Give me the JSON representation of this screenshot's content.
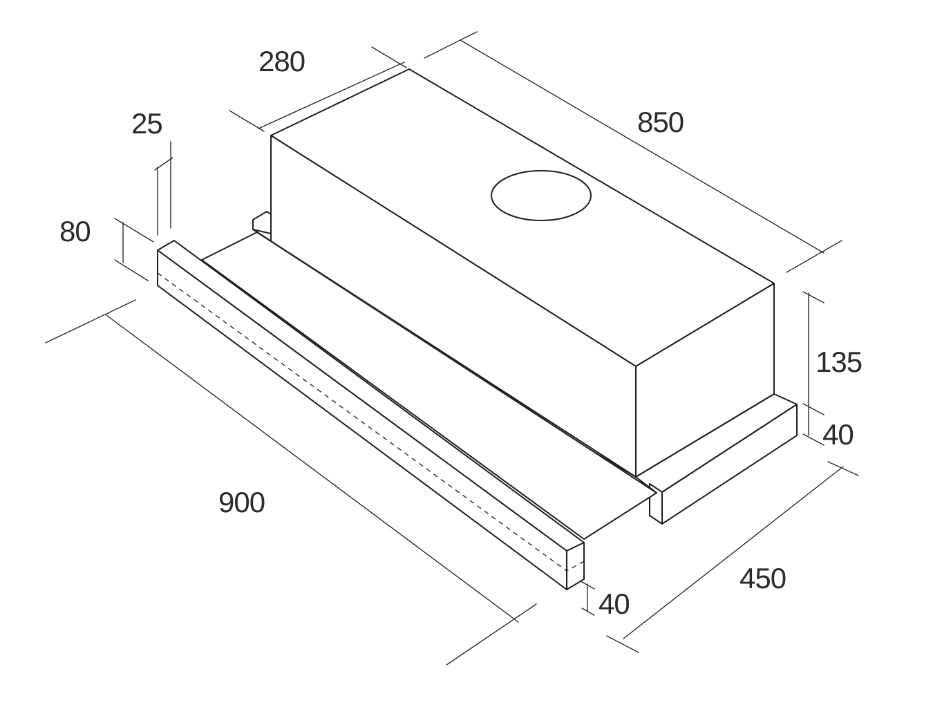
{
  "diagram": {
    "stroke_color": "#1e1e1e",
    "text_color": "#2b2b2b",
    "background": "#ffffff",
    "dimensions": {
      "body_depth": "280",
      "body_length": "850",
      "panel_thickness": "25",
      "panel_height": "80",
      "body_height": "135",
      "base_height": "40",
      "overall_width": "900",
      "overall_depth": "450",
      "front_height": "40"
    }
  }
}
